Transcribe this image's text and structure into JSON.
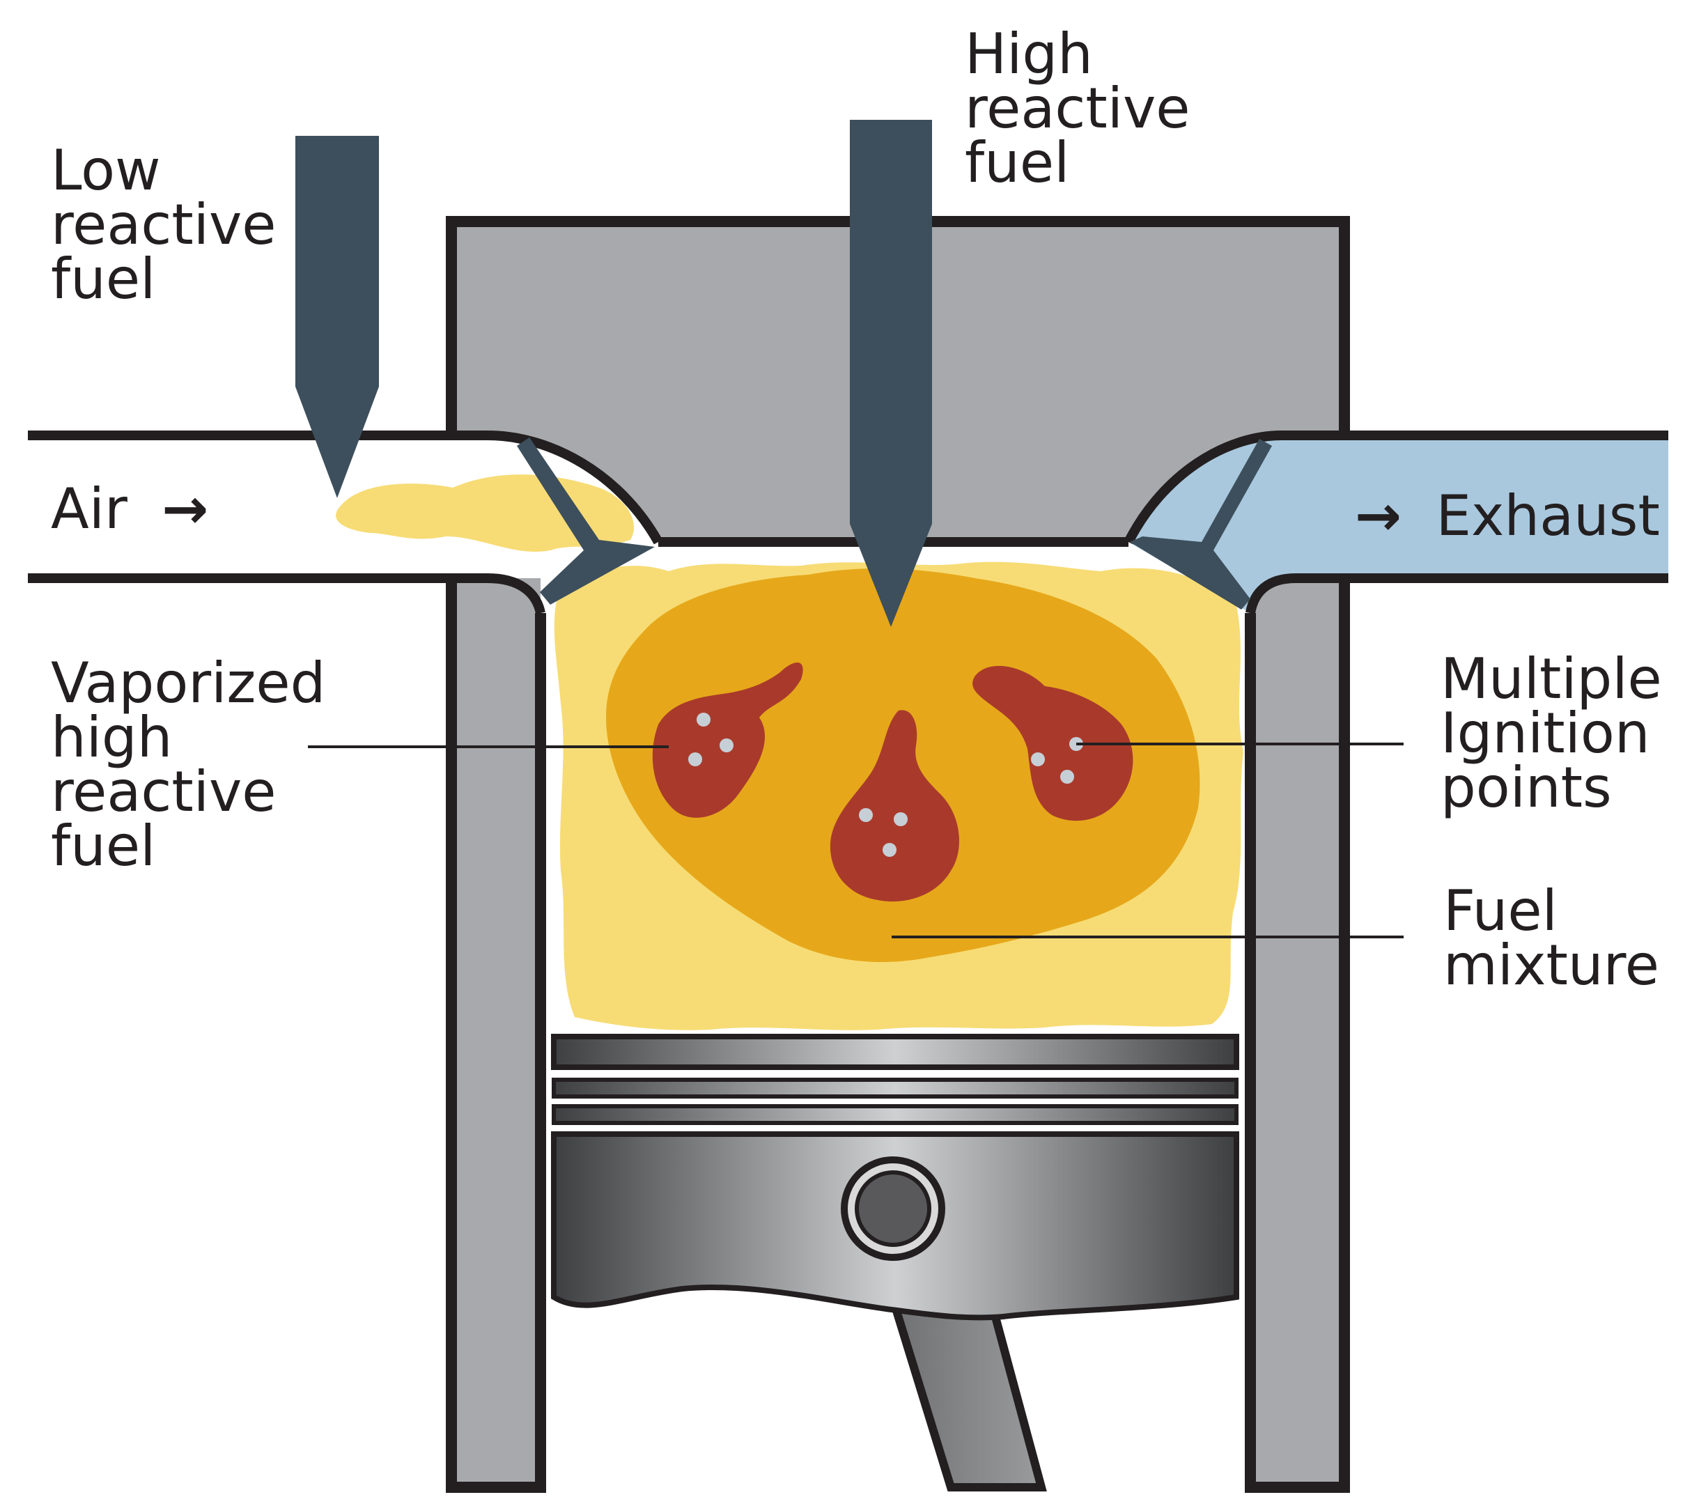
{
  "labels": {
    "low_reactive_fuel": [
      "Low",
      "reactive",
      "fuel"
    ],
    "high_reactive_fuel": [
      "High",
      "reactive",
      "fuel"
    ],
    "air": "Air",
    "exhaust": "Exhaust",
    "vaporized_high_reactive_fuel": [
      "Vaporized",
      "high",
      "reactive",
      "fuel"
    ],
    "multiple_ignition_points": [
      "Multiple",
      "Ignition",
      "points"
    ],
    "fuel_mixture": [
      "Fuel",
      "mixture"
    ]
  },
  "arrow_glyph": "→",
  "colors": {
    "cylinder_gray": "#a7a9ac",
    "outline": "#231f20",
    "injector": "#3d4f5c",
    "exhaust_blue": "#a9c8de",
    "fuel_light": "#f7dc75",
    "fuel_mixture": "#e6a81a",
    "flame_core": "#a93a2b",
    "ignition_dot": "#c6cfd6",
    "piston_dark": "#4a4b4d",
    "piston_light": "#c9cacc"
  },
  "icons": {
    "low_injector": "fuel-injector-icon",
    "high_injector": "fuel-injector-icon",
    "piston": "piston-icon",
    "intake_valve": "valve-icon",
    "exhaust_valve": "valve-icon"
  }
}
